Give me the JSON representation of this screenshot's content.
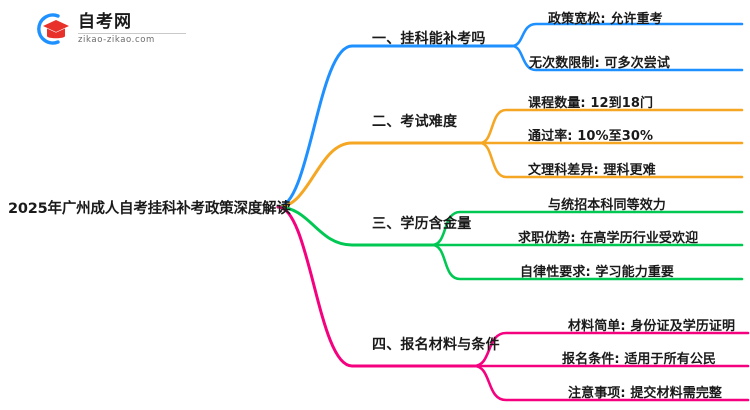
{
  "logo": {
    "icon": "graduation-cap-logo-icon",
    "title": "自考网",
    "subtitle": "zikao-zikao.com",
    "arc_color": "#1E90FF",
    "cap_color": "#E8312B"
  },
  "mindmap": {
    "root": {
      "label": "2025年广州成人自考挂科补考政策深度解读"
    },
    "branches": [
      {
        "label": "一、挂科能补考吗",
        "color": "#1E90FF",
        "children": [
          {
            "label": "政策宽松: 允许重考"
          },
          {
            "label": "无次数限制: 可多次尝试"
          }
        ]
      },
      {
        "label": "二、考试难度",
        "color": "#F5A623",
        "children": [
          {
            "label": "课程数量: 12到18门"
          },
          {
            "label": "通过率: 10%至30%"
          },
          {
            "label": "文理科差异: 理科更难"
          }
        ]
      },
      {
        "label": "三、学历含金量",
        "color": "#00C853",
        "children": [
          {
            "label": "与统招本科同等效力"
          },
          {
            "label": "求职优势: 在高学历行业受欢迎"
          },
          {
            "label": "自律性要求: 学习能力重要"
          }
        ]
      },
      {
        "label": "四、报名材料与条件",
        "color": "#F5007F",
        "children": [
          {
            "label": "材料简单: 身份证及学历证明"
          },
          {
            "label": "报名条件: 适用于所有公民"
          },
          {
            "label": "注意事项: 提交材料需完整"
          }
        ]
      }
    ]
  }
}
